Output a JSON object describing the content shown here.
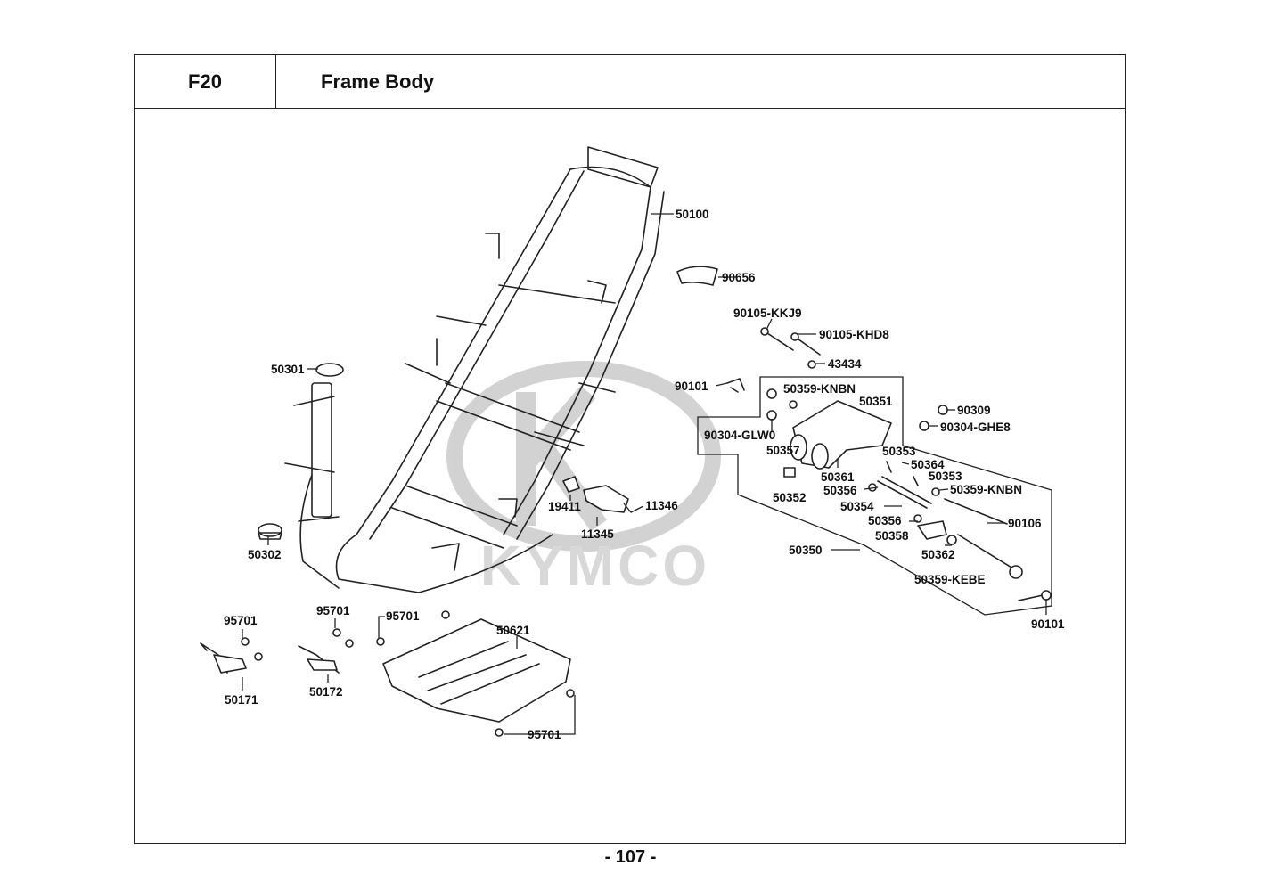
{
  "header": {
    "code": "F20",
    "title": "Frame Body"
  },
  "watermark": "KYMCO",
  "page_number": "- 107 -",
  "callouts": [
    {
      "id": "50100",
      "text": "50100"
    },
    {
      "id": "90656",
      "text": "90656"
    },
    {
      "id": "90105-KKJ9",
      "text": "90105-KKJ9"
    },
    {
      "id": "90105-KHD8",
      "text": "90105-KHD8"
    },
    {
      "id": "43434",
      "text": "43434"
    },
    {
      "id": "90101-a",
      "text": "90101"
    },
    {
      "id": "50359-KNBN-a",
      "text": "50359-KNBN"
    },
    {
      "id": "50351",
      "text": "50351"
    },
    {
      "id": "90309",
      "text": "90309"
    },
    {
      "id": "90304-GHE8",
      "text": "90304-GHE8"
    },
    {
      "id": "90304-GLW0",
      "text": "90304-GLW0"
    },
    {
      "id": "50357",
      "text": "50357"
    },
    {
      "id": "50353-a",
      "text": "50353"
    },
    {
      "id": "50364",
      "text": "50364"
    },
    {
      "id": "50361",
      "text": "50361"
    },
    {
      "id": "50353-b",
      "text": "50353"
    },
    {
      "id": "50356-a",
      "text": "50356"
    },
    {
      "id": "50359-KNBN-b",
      "text": "50359-KNBN"
    },
    {
      "id": "50352",
      "text": "50352"
    },
    {
      "id": "50354",
      "text": "50354"
    },
    {
      "id": "50356-b",
      "text": "50356"
    },
    {
      "id": "90106",
      "text": "90106"
    },
    {
      "id": "50358",
      "text": "50358"
    },
    {
      "id": "50350",
      "text": "50350"
    },
    {
      "id": "50362",
      "text": "50362"
    },
    {
      "id": "50359-KEBE",
      "text": "50359-KEBE"
    },
    {
      "id": "90101-b",
      "text": "90101"
    },
    {
      "id": "50301",
      "text": "50301"
    },
    {
      "id": "50302",
      "text": "50302"
    },
    {
      "id": "19411",
      "text": "19411"
    },
    {
      "id": "11346",
      "text": "11346"
    },
    {
      "id": "11345",
      "text": "11345"
    },
    {
      "id": "95701-a",
      "text": "95701"
    },
    {
      "id": "95701-b",
      "text": "95701"
    },
    {
      "id": "95701-c",
      "text": "95701"
    },
    {
      "id": "50621",
      "text": "50621"
    },
    {
      "id": "50171",
      "text": "50171"
    },
    {
      "id": "50172",
      "text": "50172"
    },
    {
      "id": "95701-d",
      "text": "95701"
    }
  ]
}
